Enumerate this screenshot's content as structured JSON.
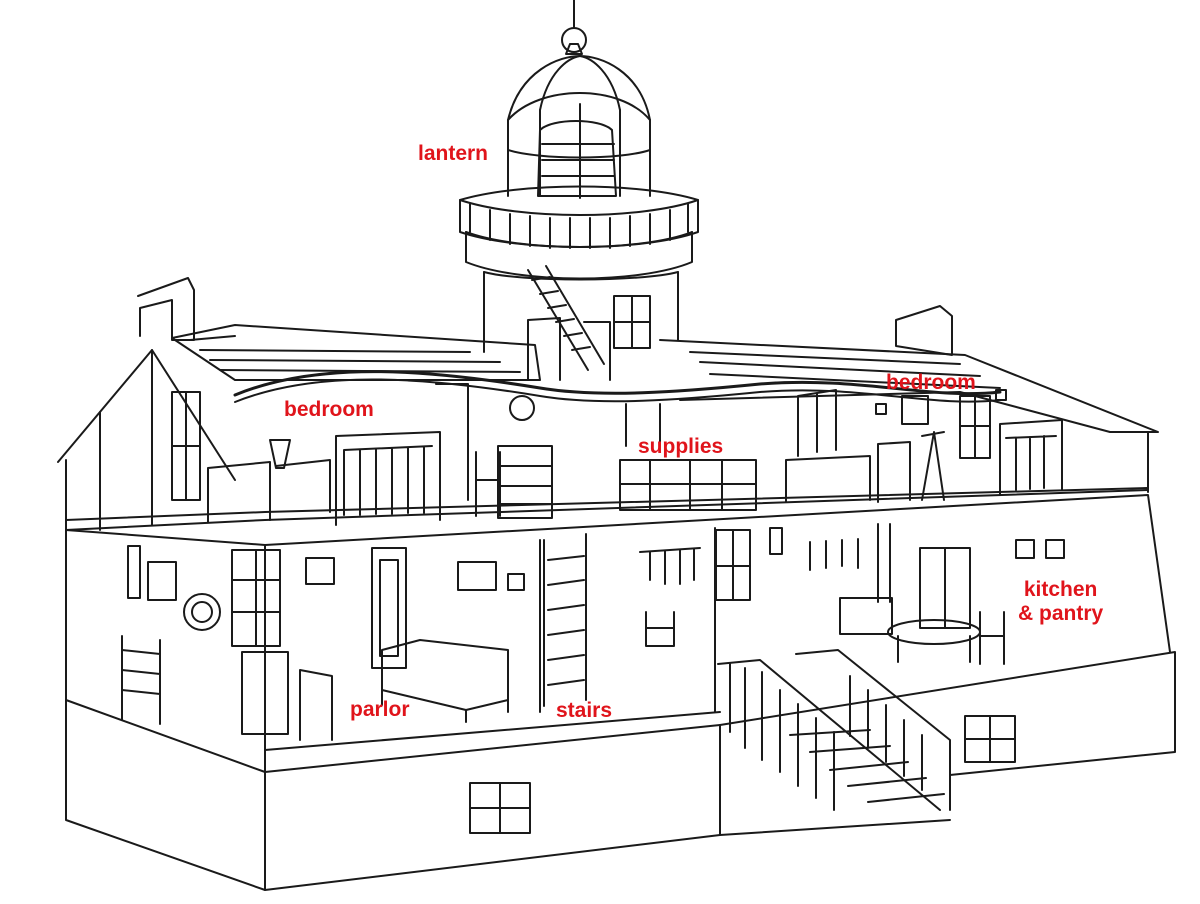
{
  "colors": {
    "label": "#e0141b",
    "ink": "#1a1a1a",
    "paper": "#ffffff"
  },
  "labels": {
    "lantern": "lantern",
    "bedroom_left": "bedroom",
    "bedroom_right": "bedroom",
    "supplies": "supplies",
    "kitchen_line1": "kitchen",
    "kitchen_line2": "& pantry",
    "parlor": "parlor",
    "stairs": "stairs"
  }
}
